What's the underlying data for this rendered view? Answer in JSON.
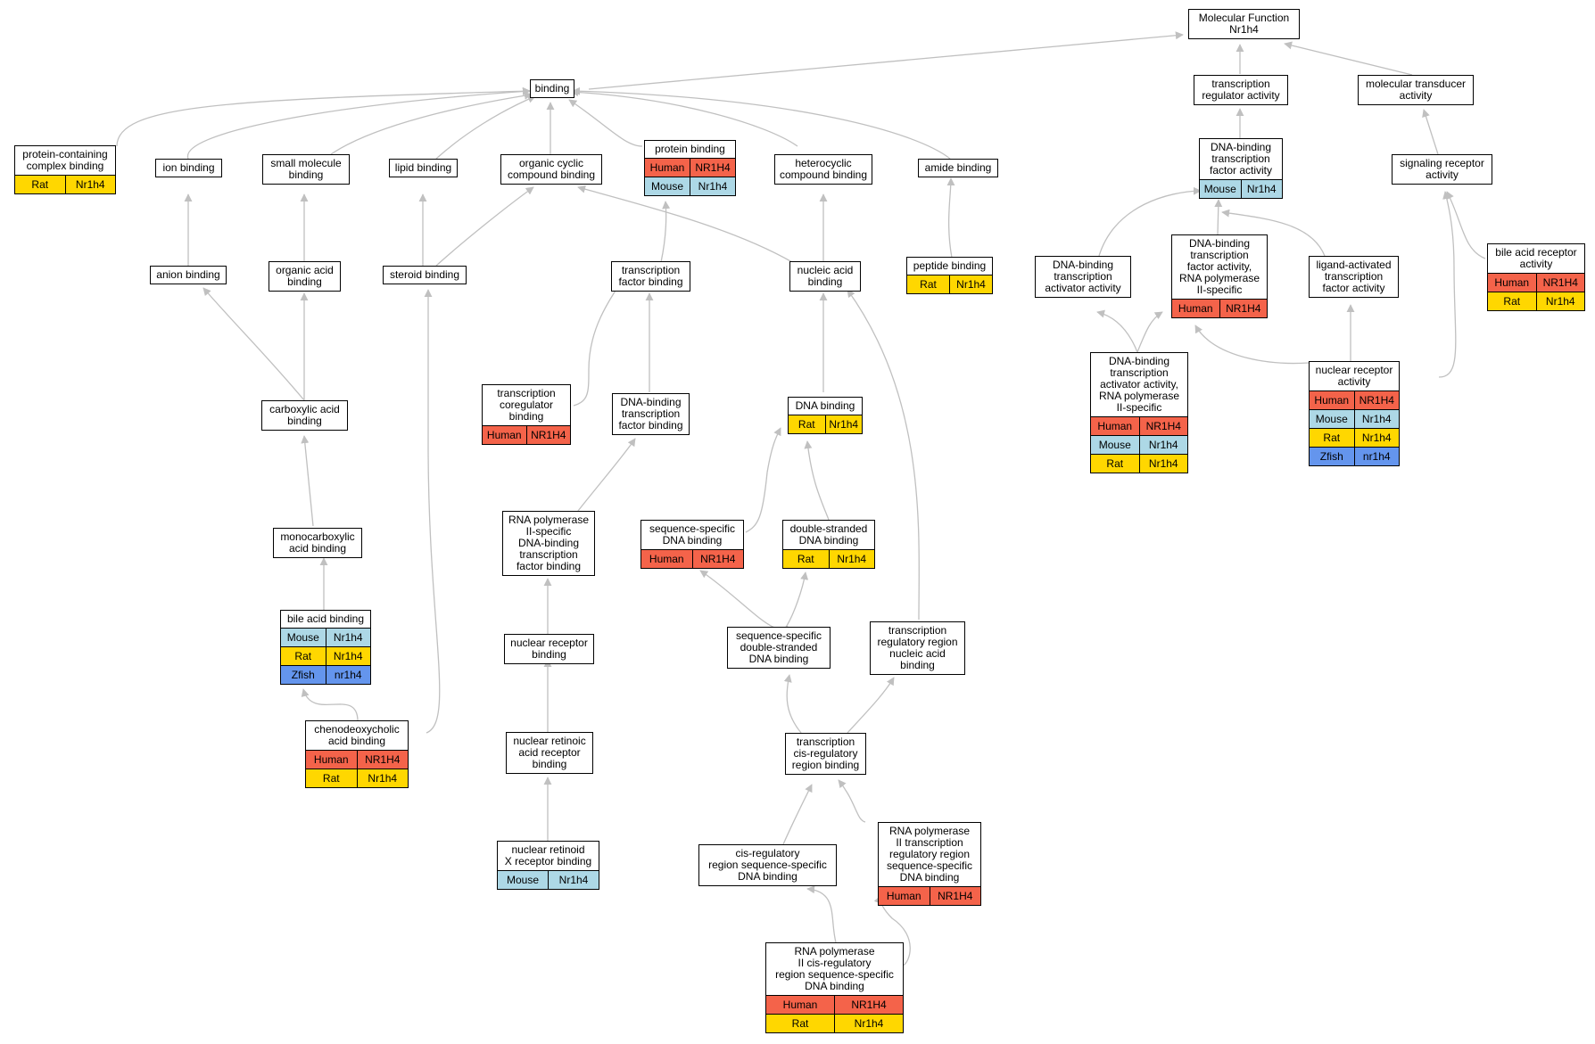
{
  "colors": {
    "Human": "#f4634a",
    "Mouse": "#add8e6",
    "Rat": "#ffd700",
    "Zfish": "#6495ed",
    "edge": "#c0c0c0"
  },
  "nodes": [
    {
      "id": "mf",
      "label": "Molecular Function\nNr1h4",
      "rows": []
    },
    {
      "id": "binding",
      "label": "binding",
      "rows": []
    },
    {
      "id": "trreg",
      "label": "transcription\nregulator activity",
      "rows": []
    },
    {
      "id": "moltrans",
      "label": "molecular transducer\nactivity",
      "rows": []
    },
    {
      "id": "pcb",
      "label": "protein-containing\ncomplex binding",
      "rows": [
        [
          "Rat",
          "Nr1h4"
        ]
      ]
    },
    {
      "id": "ionb",
      "label": "ion binding",
      "rows": []
    },
    {
      "id": "smb",
      "label": "small molecule\nbinding",
      "rows": []
    },
    {
      "id": "lipb",
      "label": "lipid binding",
      "rows": []
    },
    {
      "id": "occb",
      "label": "organic cyclic\ncompound binding",
      "rows": []
    },
    {
      "id": "protb",
      "label": "protein binding",
      "rows": [
        [
          "Human",
          "NR1H4"
        ],
        [
          "Mouse",
          "Nr1h4"
        ]
      ]
    },
    {
      "id": "hetb",
      "label": "heterocyclic\ncompound binding",
      "rows": []
    },
    {
      "id": "amb",
      "label": "amide binding",
      "rows": []
    },
    {
      "id": "dbtfa",
      "label": "DNA-binding\ntranscription\nfactor activity",
      "rows": [
        [
          "Mouse",
          "Nr1h4"
        ]
      ]
    },
    {
      "id": "sra",
      "label": "signaling receptor\nactivity",
      "rows": []
    },
    {
      "id": "anb",
      "label": "anion binding",
      "rows": []
    },
    {
      "id": "oab",
      "label": "organic acid\nbinding",
      "rows": []
    },
    {
      "id": "stb",
      "label": "steroid binding",
      "rows": []
    },
    {
      "id": "tfb",
      "label": "transcription\nfactor binding",
      "rows": []
    },
    {
      "id": "nab",
      "label": "nucleic acid\nbinding",
      "rows": []
    },
    {
      "id": "pepb",
      "label": "peptide binding",
      "rows": [
        [
          "Rat",
          "Nr1h4"
        ]
      ]
    },
    {
      "id": "dbtaa",
      "label": "DNA-binding\ntranscription\nactivator activity",
      "rows": []
    },
    {
      "id": "dbtf2",
      "label": "DNA-binding\ntranscription\nfactor activity,\nRNA polymerase\nII-specific",
      "rows": [
        [
          "Human",
          "NR1H4"
        ]
      ]
    },
    {
      "id": "latfa",
      "label": "ligand-activated\ntranscription\nfactor activity",
      "rows": []
    },
    {
      "id": "bara",
      "label": "bile acid receptor\nactivity",
      "rows": [
        [
          "Human",
          "NR1H4"
        ],
        [
          "Rat",
          "Nr1h4"
        ]
      ]
    },
    {
      "id": "tcb",
      "label": "transcription\ncoregulator\nbinding",
      "rows": [
        [
          "Human",
          "NR1H4"
        ]
      ]
    },
    {
      "id": "carb",
      "label": "carboxylic acid\nbinding",
      "rows": []
    },
    {
      "id": "dbtfb",
      "label": "DNA-binding\ntranscription\nfactor binding",
      "rows": []
    },
    {
      "id": "dnab",
      "label": "DNA binding",
      "rows": [
        [
          "Rat",
          "Nr1h4"
        ]
      ]
    },
    {
      "id": "dbtaa2",
      "label": "DNA-binding\ntranscription\nactivator activity,\nRNA polymerase\nII-specific",
      "rows": [
        [
          "Human",
          "NR1H4"
        ],
        [
          "Mouse",
          "Nr1h4"
        ],
        [
          "Rat",
          "Nr1h4"
        ]
      ]
    },
    {
      "id": "nra",
      "label": "nuclear receptor\nactivity",
      "rows": [
        [
          "Human",
          "NR1H4"
        ],
        [
          "Mouse",
          "Nr1h4"
        ],
        [
          "Rat",
          "Nr1h4"
        ],
        [
          "Zfish",
          "nr1h4"
        ]
      ]
    },
    {
      "id": "rnatfb",
      "label": "RNA polymerase\nII-specific\nDNA-binding\ntranscription\nfactor binding",
      "rows": []
    },
    {
      "id": "mcab",
      "label": "monocarboxylic\nacid binding",
      "rows": []
    },
    {
      "id": "ssdb",
      "label": "sequence-specific\nDNA binding",
      "rows": [
        [
          "Human",
          "NR1H4"
        ]
      ]
    },
    {
      "id": "dsdb",
      "label": "double-stranded\nDNA binding",
      "rows": [
        [
          "Rat",
          "Nr1h4"
        ]
      ]
    },
    {
      "id": "bab",
      "label": "bile acid binding",
      "rows": [
        [
          "Mouse",
          "Nr1h4"
        ],
        [
          "Rat",
          "Nr1h4"
        ],
        [
          "Zfish",
          "nr1h4"
        ]
      ]
    },
    {
      "id": "nrb",
      "label": "nuclear receptor\nbinding",
      "rows": []
    },
    {
      "id": "ssds",
      "label": "sequence-specific\ndouble-stranded\nDNA binding",
      "rows": []
    },
    {
      "id": "trrnab",
      "label": "transcription\nregulatory region\nnucleic acid\nbinding",
      "rows": []
    },
    {
      "id": "cdcab",
      "label": "chenodeoxycholic\nacid binding",
      "rows": [
        [
          "Human",
          "NR1H4"
        ],
        [
          "Rat",
          "Nr1h4"
        ]
      ]
    },
    {
      "id": "nrarb",
      "label": "nuclear retinoic\nacid receptor\nbinding",
      "rows": []
    },
    {
      "id": "tcrrb",
      "label": "transcription\ncis-regulatory\nregion binding",
      "rows": []
    },
    {
      "id": "nrxrb",
      "label": "nuclear retinoid\nX receptor binding",
      "rows": [
        [
          "Mouse",
          "Nr1h4"
        ]
      ]
    },
    {
      "id": "crssdb",
      "label": "cis-regulatory\nregion sequence-specific\nDNA binding",
      "rows": []
    },
    {
      "id": "rnatrr",
      "label": "RNA polymerase\nII transcription\nregulatory region\nsequence-specific\nDNA binding",
      "rows": [
        [
          "Human",
          "NR1H4"
        ]
      ]
    },
    {
      "id": "rnacr",
      "label": "RNA polymerase\nII cis-regulatory\nregion sequence-specific\nDNA binding",
      "rows": [
        [
          "Human",
          "NR1H4"
        ],
        [
          "Rat",
          "Nr1h4"
        ]
      ]
    }
  ]
}
